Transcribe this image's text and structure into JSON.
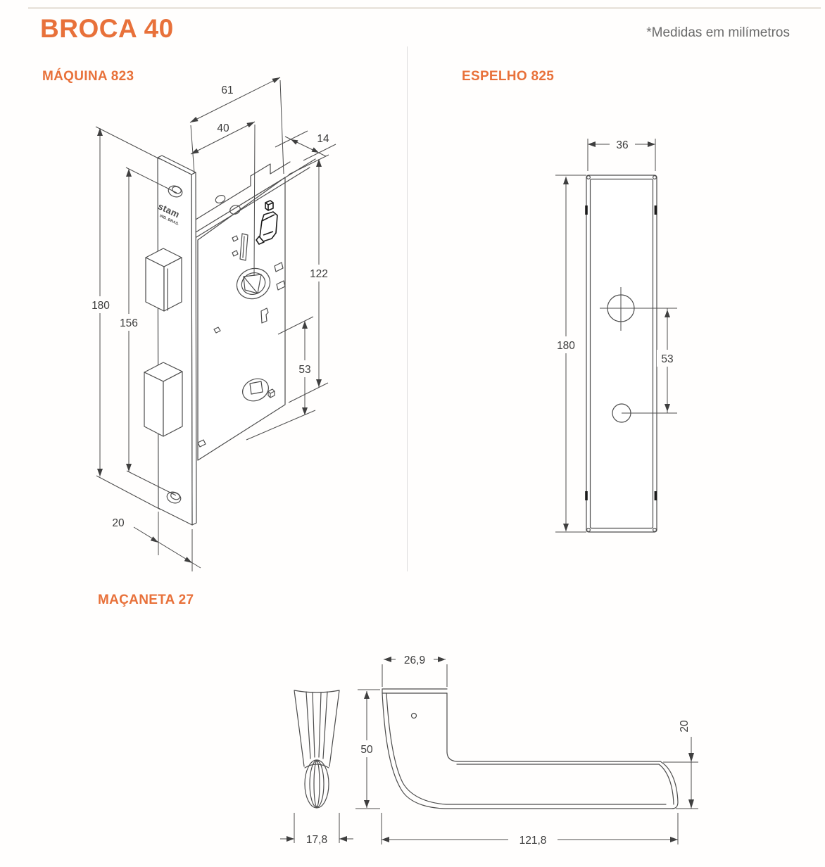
{
  "page": {
    "title": "BROCA 40",
    "units_note": "*Medidas em milímetros",
    "accent_color": "#e8713a",
    "line_color": "#4c4c4c"
  },
  "sections": {
    "maquina": {
      "title": "MÁQUINA 823",
      "brand": "stam",
      "brand_sub": "IND. BRAS.",
      "dims": {
        "total_width": "61",
        "backset": "40",
        "case_depth": "14",
        "case_height": "122",
        "faceplate_height": "180",
        "screw_distance": "156",
        "cylinder_distance": "53",
        "faceplate_width": "20"
      }
    },
    "espelho": {
      "title": "ESPELHO 825",
      "dims": {
        "width": "36",
        "height": "180",
        "hole_distance": "53"
      }
    },
    "macaneta": {
      "title": "MAÇANETA 27",
      "dims": {
        "neck_width": "26,9",
        "height": "50",
        "front_width": "17,8",
        "length": "121,8",
        "thickness": "20"
      }
    }
  }
}
